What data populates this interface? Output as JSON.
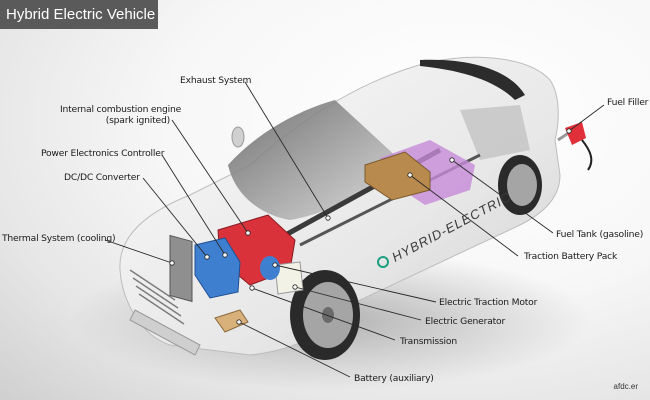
{
  "title": "Hybrid Electric Vehicle",
  "credit": "afdc.er",
  "vehicle_decal": "HYBRID-ELECTRIC",
  "labels": {
    "exhaust": "Exhaust System",
    "ice_line1": "Internal combustion engine",
    "ice_line2": "(spark ignited)",
    "pec": "Power Electronics Controller",
    "dcdc": "DC/DC Converter",
    "thermal": "Thermal System (cooling)",
    "fuel_filler": "Fuel Filler",
    "fuel_tank": "Fuel Tank (gasoline)",
    "traction_battery": "Traction Battery Pack",
    "traction_motor": "Electric Traction Motor",
    "generator": "Electric Generator",
    "transmission": "Transmission",
    "aux_battery": "Battery (auxiliary)"
  },
  "colors": {
    "title_bg": "#5a5a5a",
    "engine": "#d9323a",
    "electronics": "#3f7fd0",
    "fuel_tank": "#c58ad8",
    "traction_battery": "#b98a4e",
    "aux_battery": "#d8b07a",
    "fuel_nozzle": "#e0303a",
    "leader": "#2a2a2a"
  }
}
